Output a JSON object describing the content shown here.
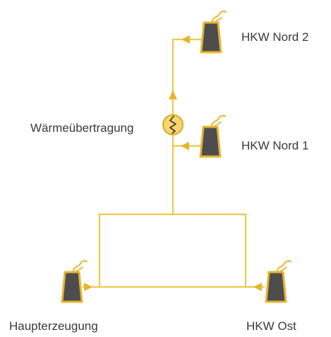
{
  "diagram": {
    "labels": {
      "hkw_nord_2": "HKW Nord 2",
      "hkw_nord_1": "HKW Nord 1",
      "waermeuebertragung": "Wärmeübertragung",
      "haupterzeugung": "Haupterzeugung",
      "hkw_ost": "HKW Ost"
    },
    "icons": {
      "plant": "power-plant-icon",
      "heat_exchanger": "heat-exchanger-icon"
    },
    "colors": {
      "pipe": "#ecc94d",
      "arrow": "#e6b42c",
      "plant_body": "#4d4d4d",
      "plant_outline": "#e5b42e",
      "smoke": "#e2bd3c",
      "exchanger_fill": "#f7d56a",
      "label": "#3a3a3a"
    }
  }
}
